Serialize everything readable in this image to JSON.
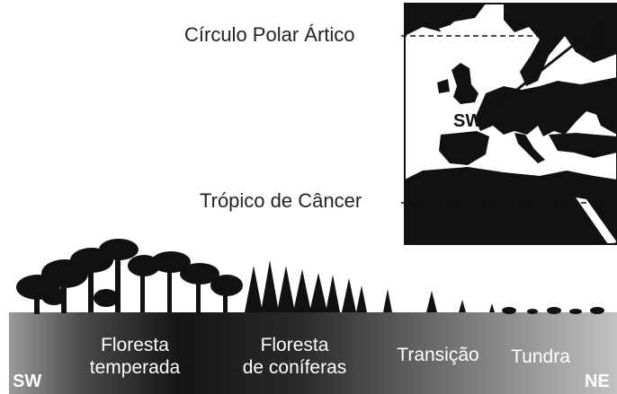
{
  "labels": {
    "arctic_circle": "Círculo Polar Ártico",
    "tropic_cancer": "Trópico de Câncer",
    "map_sw": "SW",
    "map_ne": "NE"
  },
  "band": {
    "start_dir": "SW",
    "end_dir": "NE",
    "zones": [
      {
        "line1": "Floresta",
        "line2": "temperada"
      },
      {
        "line1": "Floresta",
        "line2": "de coníferas"
      },
      {
        "line1": "Transição",
        "line2": ""
      },
      {
        "line1": "Tundra",
        "line2": ""
      }
    ]
  },
  "colors": {
    "land": "#111111",
    "sea": "#ffffff",
    "band_dark": "#111111",
    "band_light": "#b5b5b5"
  }
}
